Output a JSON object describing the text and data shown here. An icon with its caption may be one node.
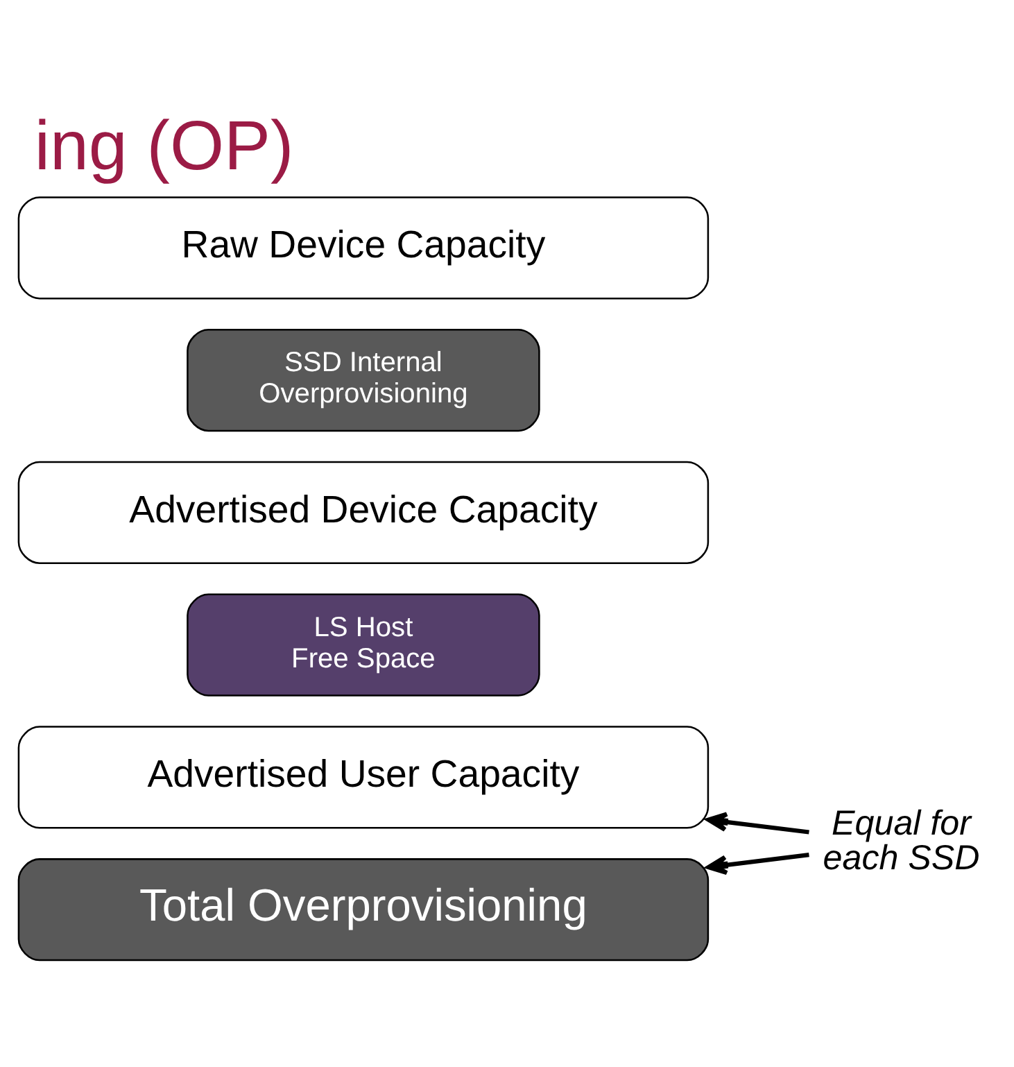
{
  "diagram": {
    "title": "ing (OP)",
    "nodes": [
      {
        "text": [
          "Equal for each SSD"
        ]
      },
      {
        "text": [
          "Advertised User Capacity"
        ]
      },
      {
        "text": [
          "Total Overprovisioning"
        ]
      },
      {
        "text": [
          "LS Host Free Space"
        ]
      },
      {
        "text": [
          "Advertised Device Capacity"
        ]
      },
      {
        "text": [
          "SSD Internal Overprovisioning"
        ]
      },
      {
        "text": [
          "Raw Device Capacity"
        ]
      }
    ],
    "edges": [
      {
        "from": 0,
        "to": 1,
        "arrow": "to"
      },
      {
        "from": 0,
        "to": 2,
        "arrow": "to"
      }
    ]
  }
}
